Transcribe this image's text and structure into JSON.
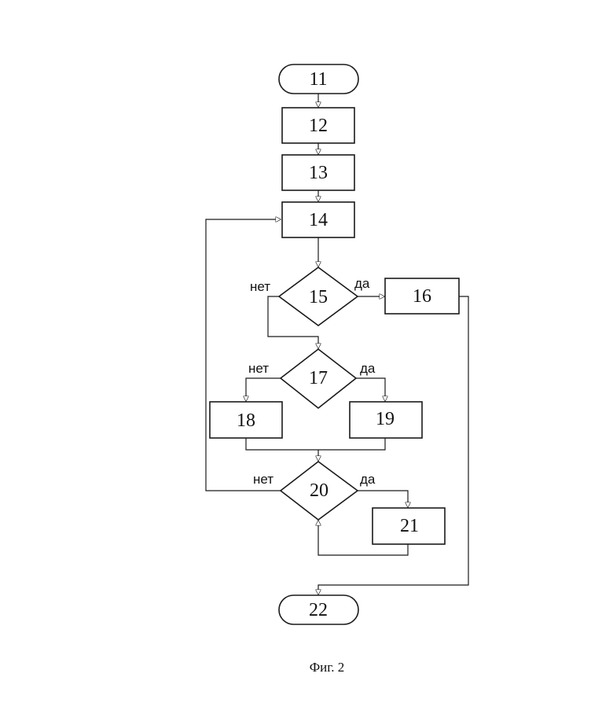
{
  "blocks": {
    "b11": "11",
    "b12": "12",
    "b13": "13",
    "b14": "14",
    "b15": "15",
    "b16": "16",
    "b17": "17",
    "b18": "18",
    "b19": "19",
    "b20": "20",
    "b21": "21",
    "b22": "22"
  },
  "branch_labels": {
    "yes": "да",
    "no": "нет"
  },
  "caption": "Фиг. 2"
}
